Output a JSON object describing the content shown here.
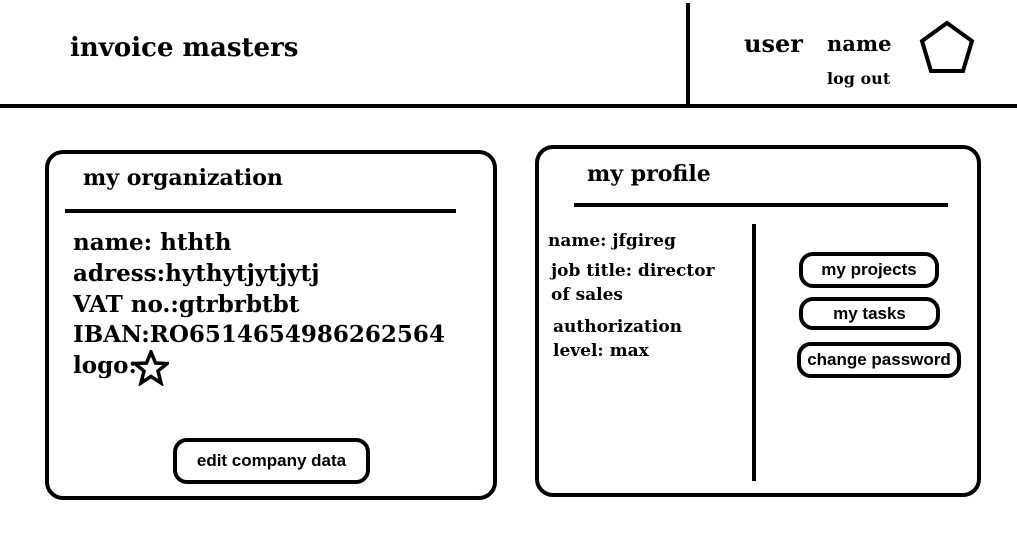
{
  "header": {
    "app_title": "invoice masters",
    "user_label": "user",
    "user_name": "name",
    "logout_label": "log out",
    "avatar_icon": "pentagon-icon"
  },
  "organization": {
    "title": "my organization",
    "name": "name: hthth",
    "address": "adress:hythytjytjytj",
    "vat": "VAT no.:gtrbrbtbt",
    "iban": "IBAN:RO6514654986262564",
    "logo_label": "logo:",
    "logo_icon": "star-icon",
    "edit_button": "edit company data"
  },
  "profile": {
    "title": "my profile",
    "name": "name: jfgireg",
    "job_title": "job title: director of sales",
    "authorization": "authorization level: max",
    "buttons": {
      "projects": "my projects",
      "tasks": "my tasks",
      "password": "change password"
    }
  }
}
